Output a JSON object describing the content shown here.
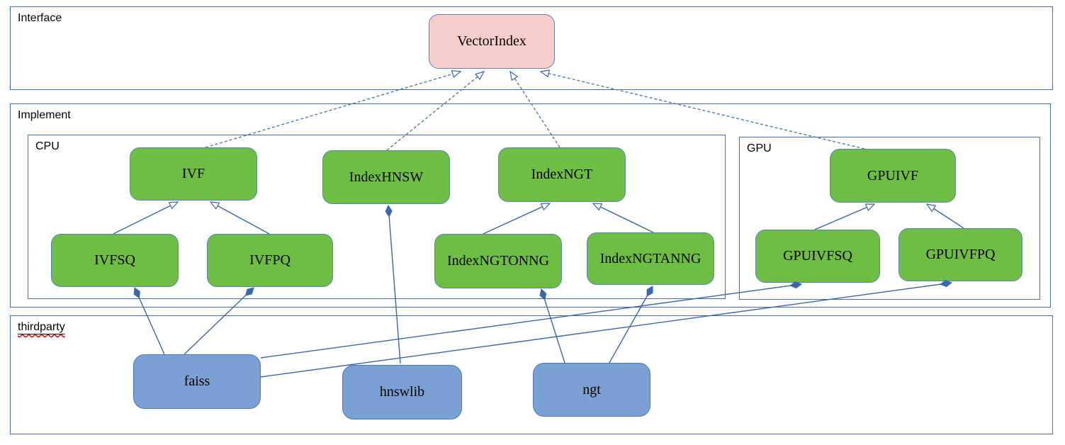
{
  "containers": {
    "interface": {
      "label": "Interface"
    },
    "implement": {
      "label": "Implement"
    },
    "cpu": {
      "label": "CPU"
    },
    "gpu": {
      "label": "GPU"
    },
    "thirdparty": {
      "label": "thirdparty"
    }
  },
  "nodes": {
    "vectorindex": {
      "label": "VectorIndex",
      "group": "interface"
    },
    "ivf": {
      "label": "IVF",
      "group": "cpu"
    },
    "indexhnsw": {
      "label": "IndexHNSW",
      "group": "cpu"
    },
    "indexngt": {
      "label": "IndexNGT",
      "group": "cpu"
    },
    "ivfsq": {
      "label": "IVFSQ",
      "group": "cpu"
    },
    "ivfpq": {
      "label": "IVFPQ",
      "group": "cpu"
    },
    "indexngtonng": {
      "label": "IndexNGTONNG",
      "group": "cpu"
    },
    "indexngtanng": {
      "label": "IndexNGTANNG",
      "group": "cpu"
    },
    "gpuivf": {
      "label": "GPUIVF",
      "group": "gpu"
    },
    "gpuivfsq": {
      "label": "GPUIVFSQ",
      "group": "gpu"
    },
    "gpuivfpq": {
      "label": "GPUIVFPQ",
      "group": "gpu"
    },
    "faiss": {
      "label": "faiss",
      "group": "thirdparty"
    },
    "hnswlib": {
      "label": "hnswlib",
      "group": "thirdparty"
    },
    "ngt": {
      "label": "ngt",
      "group": "thirdparty"
    }
  },
  "edges": [
    {
      "from": "IVF",
      "to": "VectorIndex",
      "relation": "realization",
      "style": "dashed, hollow arrow at interface"
    },
    {
      "from": "IndexHNSW",
      "to": "VectorIndex",
      "relation": "realization",
      "style": "dashed, hollow arrow at interface"
    },
    {
      "from": "IndexNGT",
      "to": "VectorIndex",
      "relation": "realization",
      "style": "dashed, hollow arrow at interface"
    },
    {
      "from": "GPUIVF",
      "to": "VectorIndex",
      "relation": "realization",
      "style": "dashed, hollow arrow at interface"
    },
    {
      "from": "IVFSQ",
      "to": "IVF",
      "relation": "inheritance",
      "style": "solid, hollow arrow at parent"
    },
    {
      "from": "IVFPQ",
      "to": "IVF",
      "relation": "inheritance",
      "style": "solid, hollow arrow at parent"
    },
    {
      "from": "IndexNGTONNG",
      "to": "IndexNGT",
      "relation": "inheritance",
      "style": "solid, hollow arrow at parent"
    },
    {
      "from": "IndexNGTANNG",
      "to": "IndexNGT",
      "relation": "inheritance",
      "style": "solid, hollow arrow at parent"
    },
    {
      "from": "GPUIVFSQ",
      "to": "GPUIVF",
      "relation": "inheritance",
      "style": "solid, hollow arrow at parent"
    },
    {
      "from": "GPUIVFPQ",
      "to": "GPUIVF",
      "relation": "inheritance",
      "style": "solid, hollow arrow at parent"
    },
    {
      "from": "faiss",
      "to": "IVFSQ",
      "relation": "composition",
      "style": "solid, filled diamond at class"
    },
    {
      "from": "faiss",
      "to": "IVFPQ",
      "relation": "composition",
      "style": "solid, filled diamond at class"
    },
    {
      "from": "faiss",
      "to": "GPUIVFSQ",
      "relation": "composition",
      "style": "solid, filled diamond at class"
    },
    {
      "from": "faiss",
      "to": "GPUIVFPQ",
      "relation": "composition",
      "style": "solid, filled diamond at class"
    },
    {
      "from": "hnswlib",
      "to": "IndexHNSW",
      "relation": "composition",
      "style": "solid, filled diamond at class"
    },
    {
      "from": "ngt",
      "to": "IndexNGTONNG",
      "relation": "composition",
      "style": "solid, filled diamond at class"
    },
    {
      "from": "ngt",
      "to": "IndexNGTANNG",
      "relation": "composition",
      "style": "solid, filled diamond at class"
    }
  ],
  "colors": {
    "interface_node_fill": "#f8cecc",
    "implement_node_fill": "#6fbe44",
    "thirdparty_node_fill": "#7ba0d3",
    "connector_blue": "#3a66ad",
    "container_border": "#3e6db5",
    "spellcheck_underline": "#cc1111"
  }
}
